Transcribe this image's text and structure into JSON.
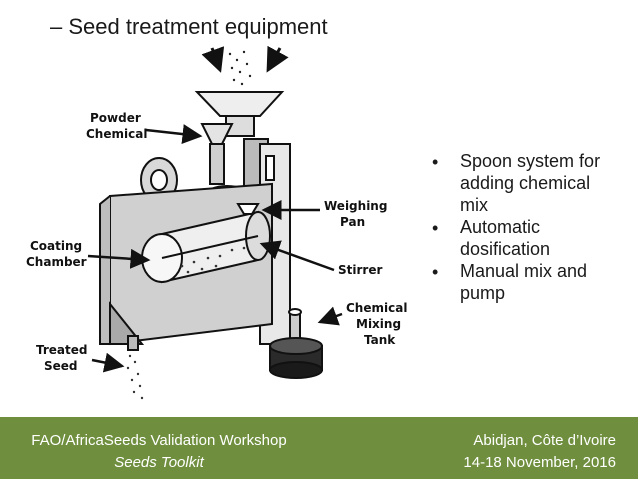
{
  "slide": {
    "title": "– Seed treatment equipment",
    "bullets": [
      {
        "line1": "Spoon system for",
        "line2": "adding chemical",
        "line3": "mix"
      },
      {
        "line1": "Automatic",
        "line2": "dosification"
      },
      {
        "line1": "Manual mix and",
        "line2": "pump"
      }
    ]
  },
  "diagram": {
    "labels": {
      "powder_chemical_1": "Powder",
      "powder_chemical_2": "Chemical",
      "weighing_pan_1": "Weighing",
      "weighing_pan_2": "Pan",
      "coating_chamber_1": "Coating",
      "coating_chamber_2": "Chamber",
      "stirrer": "Stirrer",
      "chemical_mixing_tank_1": "Chemical",
      "chemical_mixing_tank_2": "Mixing",
      "chemical_mixing_tank_3": "Tank",
      "treated_seed_1": "Treated",
      "treated_seed_2": "Seed"
    }
  },
  "footer": {
    "left_line1": "FAO/AfricaSeeds Validation Workshop",
    "left_line2": "Seeds Toolkit",
    "right_line1": "Abidjan, Côte d’Ivoire",
    "right_line2": "14-18 November, 2016",
    "color": "#6f8f3e"
  }
}
